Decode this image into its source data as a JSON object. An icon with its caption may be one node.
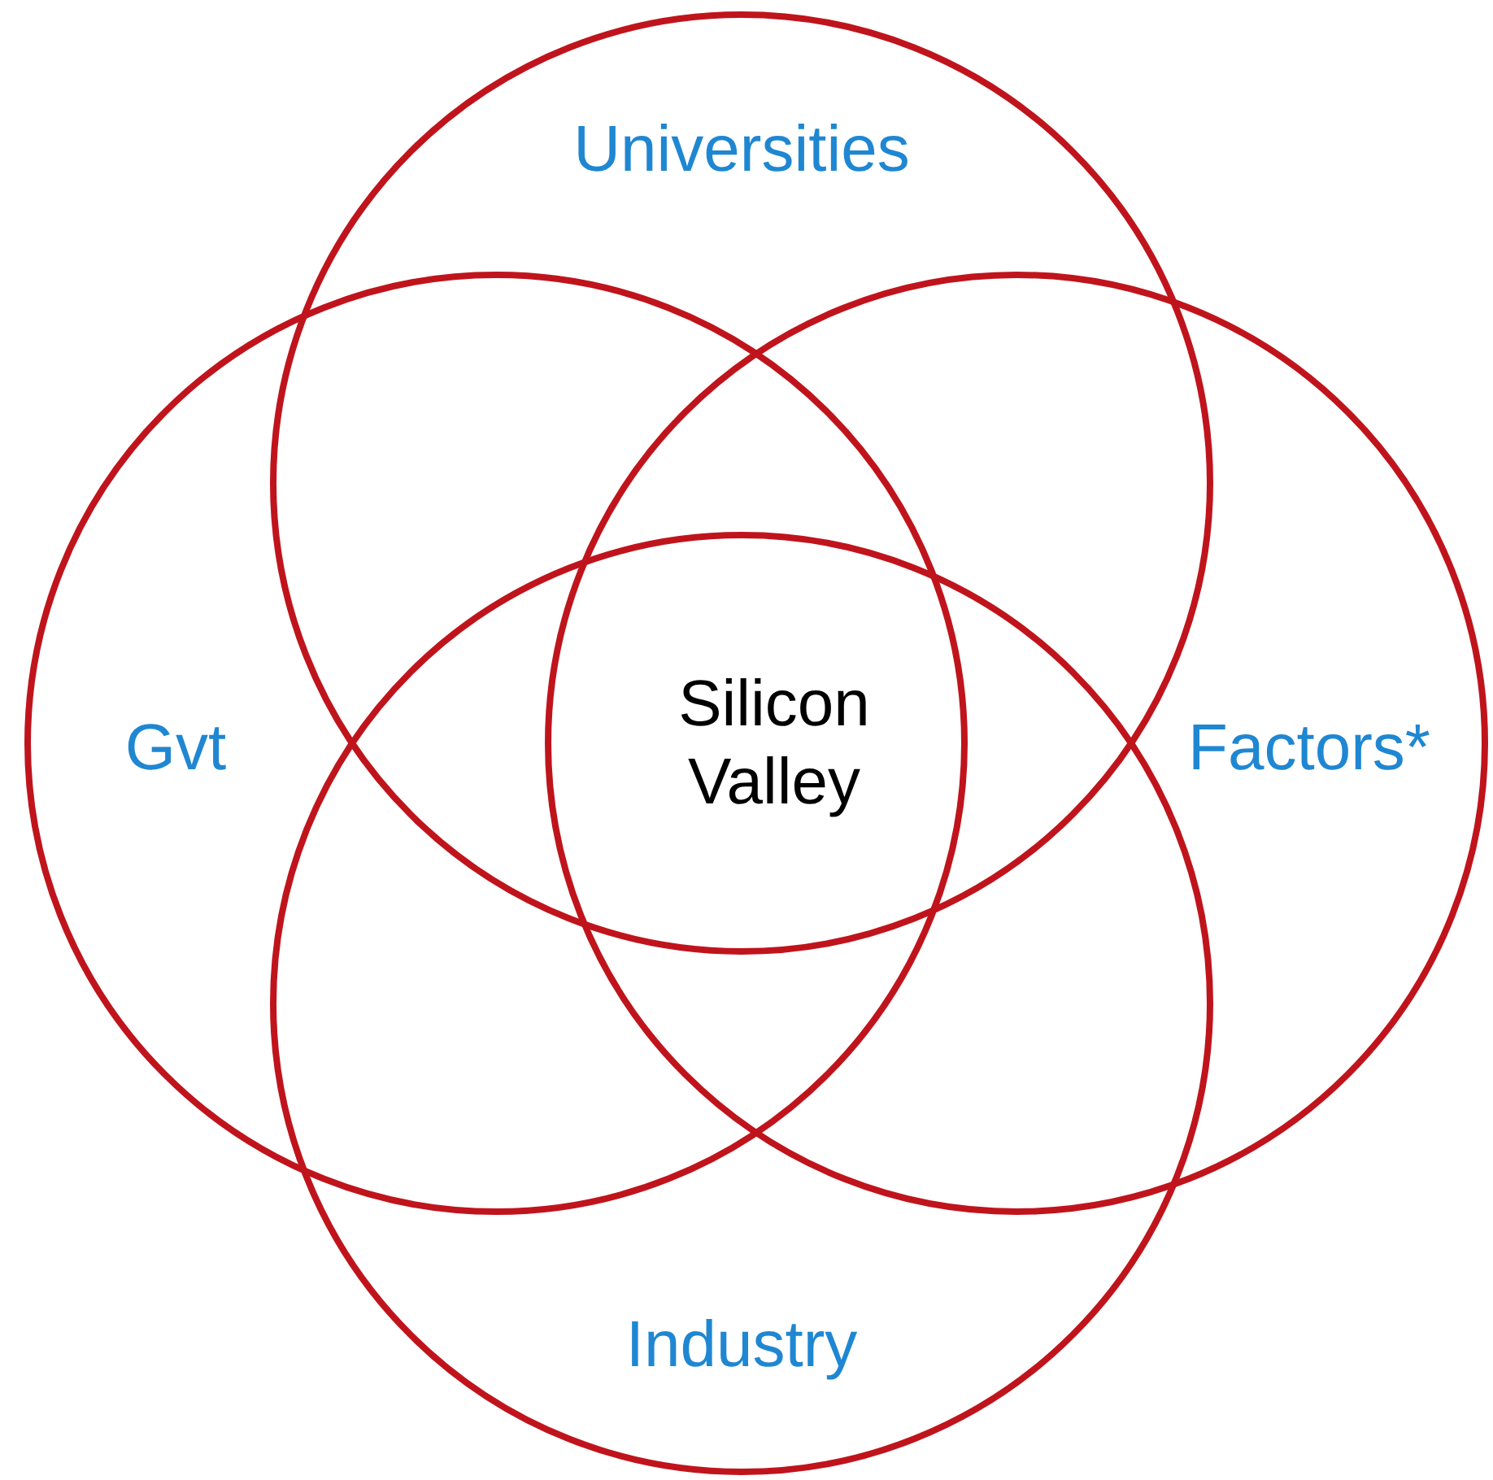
{
  "diagram": {
    "nodes": [
      {
        "text": [
          "Universities"
        ]
      },
      {
        "text": [
          "Gvt"
        ]
      },
      {
        "text": [
          "Factors*"
        ]
      },
      {
        "text": [
          "Industry"
        ]
      }
    ],
    "labels": [
      "Silicon Valley"
    ]
  }
}
